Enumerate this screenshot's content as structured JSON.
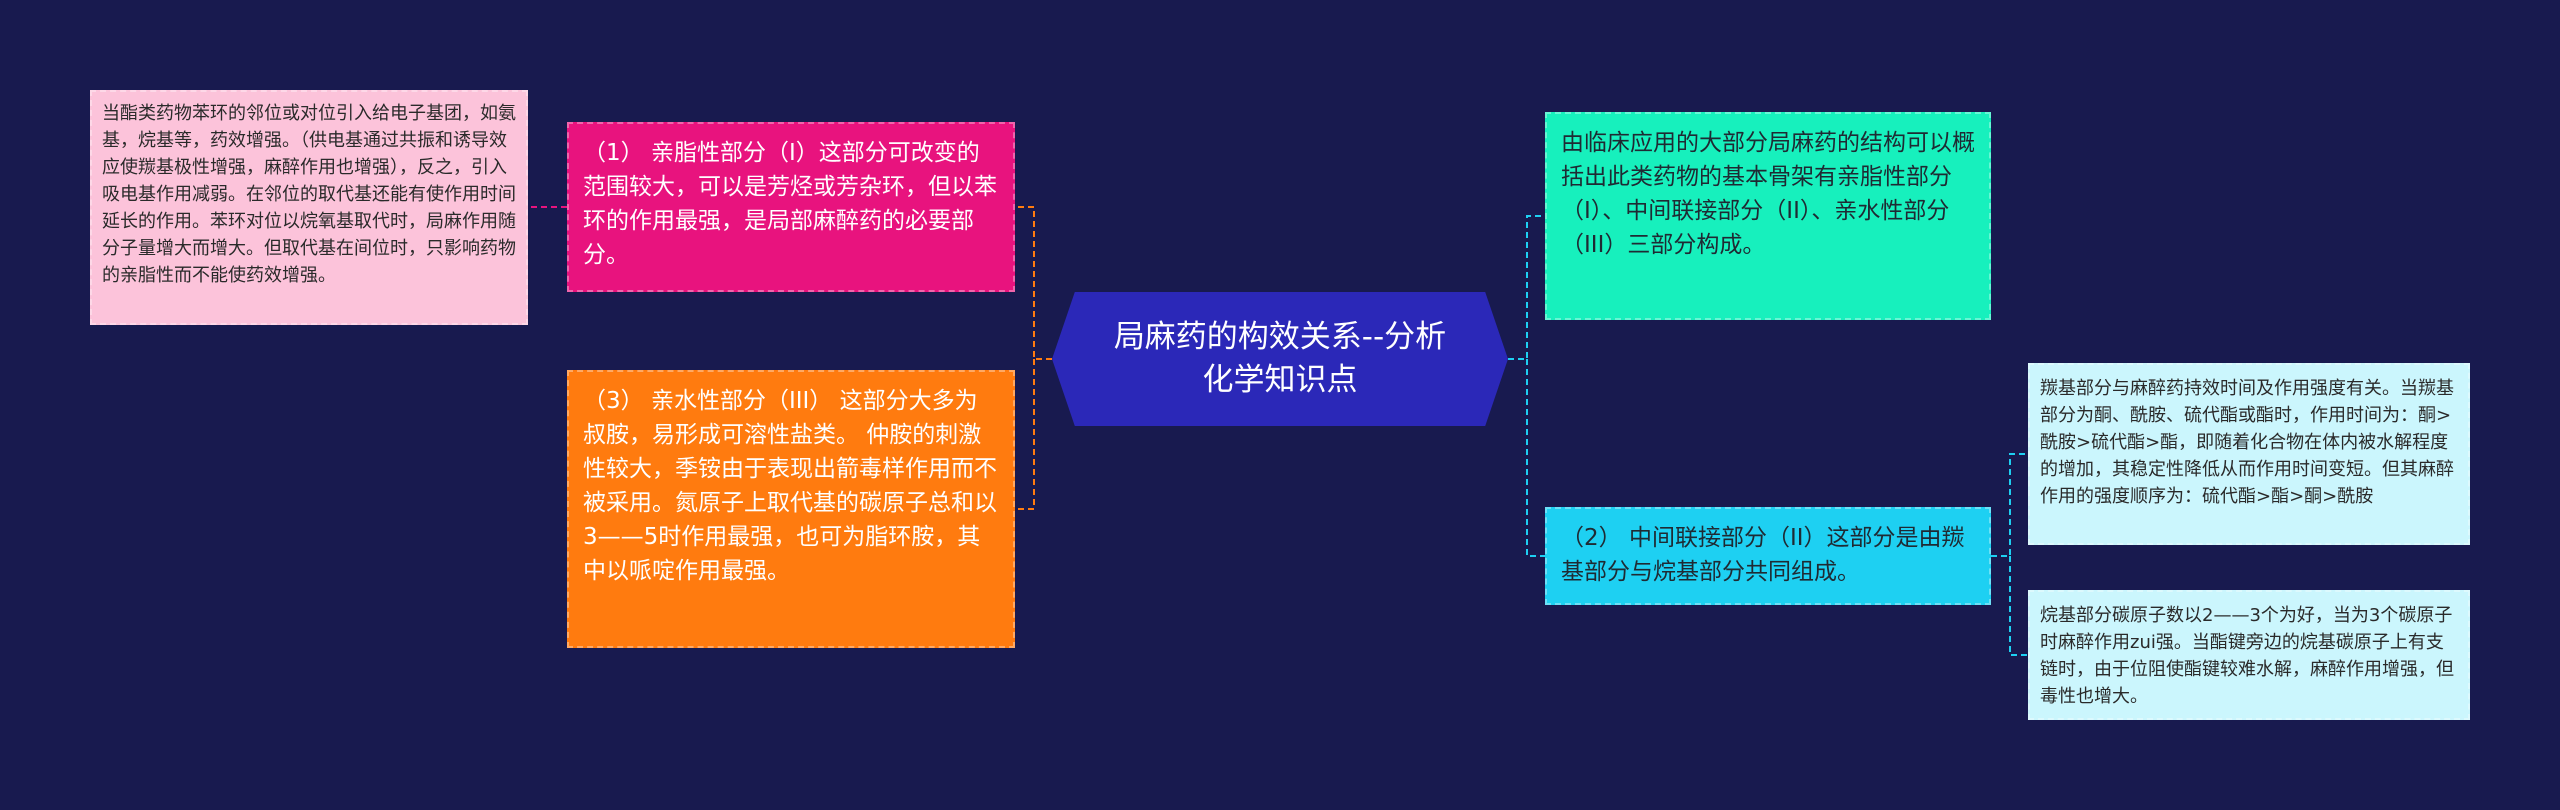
{
  "colors": {
    "background": "#181a4f",
    "central": "#2b28b8",
    "left_top": "#e8137e",
    "left_bottom": "#ff7b0f",
    "far_left": "#fcc3da",
    "right_top": "#17f0bd",
    "right_bottom": "#1ed0f2",
    "far_right": "#cbf6fd"
  },
  "central": {
    "text": "局麻药的构效关系--分析化学知识点"
  },
  "left_top": {
    "text": "（1） 亲脂性部分（I）这部分可改变的范围较大，可以是芳烃或芳杂环，但以苯环的作用最强，是局部麻醉药的必要部分。"
  },
  "left_bottom": {
    "text": "（3） 亲水性部分（III） 这部分大多为叔胺，易形成可溶性盐类。 仲胺的刺激性较大，季铵由于表现出箭毒样作用而不被采用。氮原子上取代基的碳原子总和以3——5时作用最强，也可为脂环胺，其中以哌啶作用最强。"
  },
  "far_left": {
    "text": "当酯类药物苯环的邻位或对位引入给电子基团，如氨基，烷基等，药效增强。（供电基通过共振和诱导效应使羰基极性增强，麻醉作用也增强），反之，引入吸电基作用减弱。在邻位的取代基还能有使作用时间延长的作用。苯环对位以烷氧基取代时，局麻作用随分子量增大而增大。但取代基在间位时，只影响药物的亲脂性而不能使药效增强。"
  },
  "right_top": {
    "text": "由临床应用的大部分局麻药的结构可以概括出此类药物的基本骨架有亲脂性部分（I）、中间联接部分（II）、亲水性部分（III）三部分构成。"
  },
  "right_bottom": {
    "text": "（2） 中间联接部分（II）这部分是由羰基部分与烷基部分共同组成。"
  },
  "far_right_top": {
    "text": "羰基部分与麻醉药持效时间及作用强度有关。当羰基部分为酮、酰胺、硫代酯或酯时，作用时间为：酮>酰胺>硫代酯>酯，即随着化合物在体内被水解程度的增加，其稳定性降低从而作用时间变短。但其麻醉作用的强度顺序为：硫代酯>酯>酮>酰胺"
  },
  "far_right_bottom": {
    "text": "烷基部分碳原子数以2——3个为好，当为3个碳原子时麻醉作用zui强。当酯键旁边的烷基碳原子上有支链时，由于位阻使酯键较难水解，麻醉作用增强，但毒性也增大。"
  }
}
